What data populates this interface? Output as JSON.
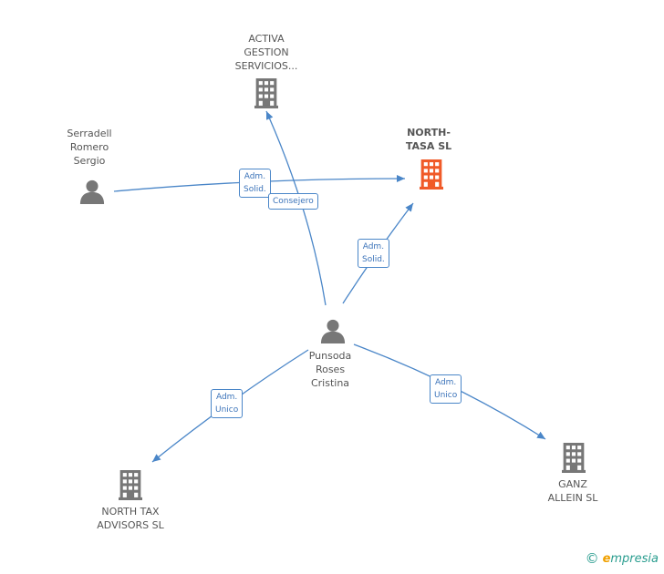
{
  "nodes": {
    "activa": {
      "lines": [
        "ACTIVA",
        "GESTION",
        "SERVICIOS..."
      ],
      "type": "company",
      "highlight": false
    },
    "north_tasa": {
      "lines": [
        "NORTH-",
        "TASA  SL"
      ],
      "type": "company",
      "highlight": true
    },
    "serradell": {
      "lines": [
        "Serradell",
        "Romero",
        "Sergio"
      ],
      "type": "person"
    },
    "punsoda": {
      "lines": [
        "Punsoda",
        "Roses",
        "Cristina"
      ],
      "type": "person"
    },
    "north_tax": {
      "lines": [
        "NORTH TAX",
        "ADVISORS  SL"
      ],
      "type": "company",
      "highlight": false
    },
    "ganz": {
      "lines": [
        "GANZ",
        "ALLEIN  SL"
      ],
      "type": "company",
      "highlight": false
    }
  },
  "edges": {
    "serradell_northtasa": {
      "lines": [
        "Adm.",
        "Solid."
      ]
    },
    "punsoda_activa": {
      "lines": [
        "Consejero"
      ]
    },
    "punsoda_northtasa": {
      "lines": [
        "Adm.",
        "Solid."
      ]
    },
    "punsoda_northtax": {
      "lines": [
        "Adm.",
        "Unico"
      ]
    },
    "punsoda_ganz": {
      "lines": [
        "Adm.",
        "Unico"
      ]
    }
  },
  "footer": {
    "copyright": "©",
    "brand_initial": "e",
    "brand_rest": "mpresia"
  },
  "colors": {
    "edge": "#4a86c8",
    "company": "#777777",
    "company_highlight": "#f05a28",
    "person": "#777777"
  }
}
